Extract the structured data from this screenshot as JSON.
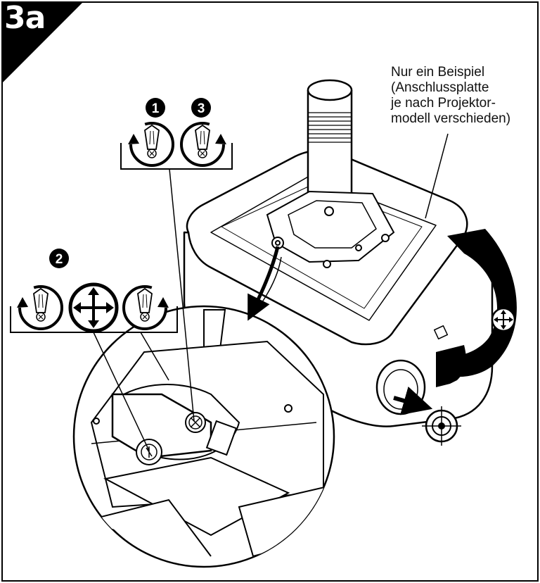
{
  "step": {
    "label": "3a"
  },
  "note": {
    "lines": [
      "Nur ein Beispiel",
      "(Anschlussplatte",
      "je nach Projektor-",
      "modell verschieden)"
    ]
  },
  "badges": {
    "first": "1",
    "second": "2",
    "third": "3"
  },
  "icons": {
    "loosen": "rotate-counterclockwise-screw-icon",
    "adjust": "move-arrows-icon",
    "tighten": "rotate-clockwise-screw-icon",
    "target": "crosshair-target-icon"
  },
  "colors": {
    "ink": "#000000",
    "paper": "#ffffff"
  }
}
